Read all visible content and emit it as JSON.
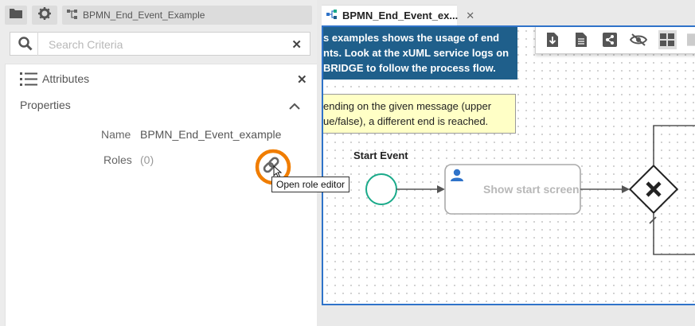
{
  "left_toolbar": {
    "breadcrumb": "BPMN_End_Event_Example"
  },
  "search": {
    "placeholder": "Search Criteria",
    "value": ""
  },
  "attributes": {
    "title": "Attributes",
    "section": "Properties",
    "rows": [
      {
        "label": "Name",
        "value": "BPMN_End_Event_example"
      },
      {
        "label": "Roles",
        "value": "(0)"
      }
    ],
    "tooltip": "Open role editor"
  },
  "editor_tab": {
    "label": "BPMN_End_Event_ex..."
  },
  "diagram": {
    "blue_note_lines": [
      "s examples shows the usage of end",
      "nts. Look at the xUML service logs on",
      "BRIDGE to follow the process flow."
    ],
    "yellow_note_lines": [
      "ending on the given message (upper",
      "ue/false), a different end is reached."
    ],
    "start_event_label": "Start Event",
    "task_label": "Show start screen"
  },
  "colors": {
    "accent_blue": "#2f73c9",
    "note_blue": "#1f5f8b",
    "start_event_green": "#1aaa8a",
    "highlight_orange": "#f07d00"
  }
}
